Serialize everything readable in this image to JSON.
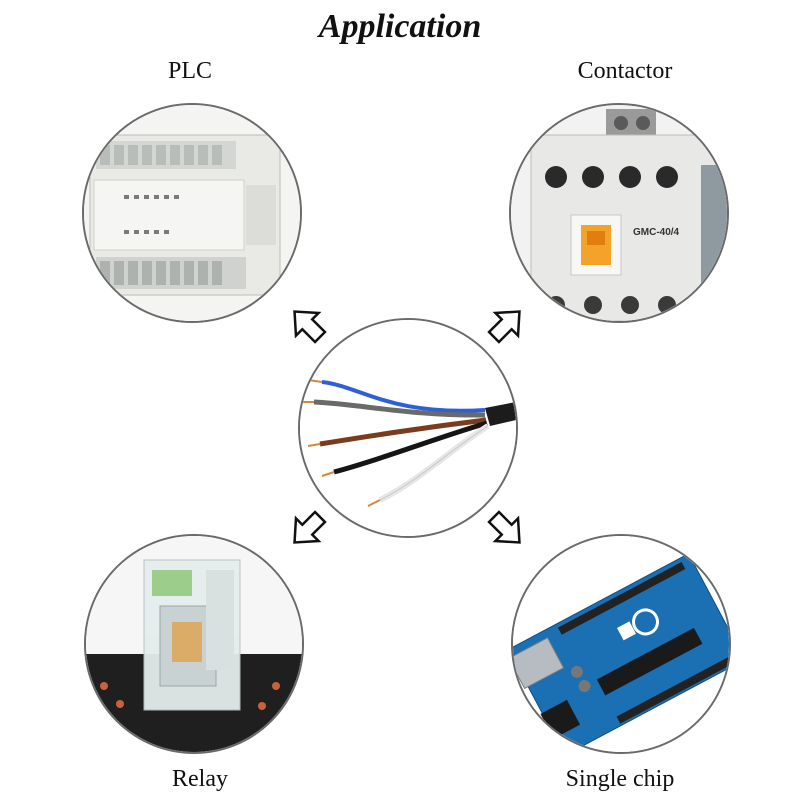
{
  "title": "Application",
  "center_image": "sensor-cable-wires",
  "nodes": [
    {
      "id": "plc",
      "label": "PLC",
      "image": "plc-device"
    },
    {
      "id": "contactor",
      "label": "Contactor",
      "image": "contactor-device",
      "marking": "GMC-40/4"
    },
    {
      "id": "relay",
      "label": "Relay",
      "image": "relay-device"
    },
    {
      "id": "single-chip",
      "label": "Single chip",
      "image": "arduino-board"
    }
  ]
}
